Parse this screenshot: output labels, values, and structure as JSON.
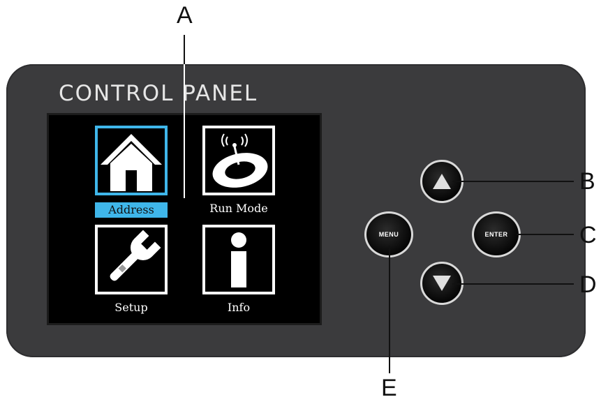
{
  "panel": {
    "title": "CONTROL PANEL"
  },
  "screen": {
    "items": [
      {
        "label": "Address",
        "icon": "home-icon",
        "selected": true
      },
      {
        "label": "Run Mode",
        "icon": "run-mode-icon",
        "selected": false
      },
      {
        "label": "Setup",
        "icon": "wrench-icon",
        "selected": false
      },
      {
        "label": "Info",
        "icon": "info-icon",
        "selected": false
      }
    ]
  },
  "buttons": {
    "menu_label": "MENU",
    "enter_label": "ENTER",
    "up_icon": "up-arrow-icon",
    "down_icon": "down-arrow-icon"
  },
  "callouts": {
    "a": "A",
    "b": "B",
    "c": "C",
    "d": "D",
    "e": "E"
  },
  "colors": {
    "panel": "#3b3b3d",
    "highlight": "#3fb6ea",
    "screen": "#000000"
  }
}
